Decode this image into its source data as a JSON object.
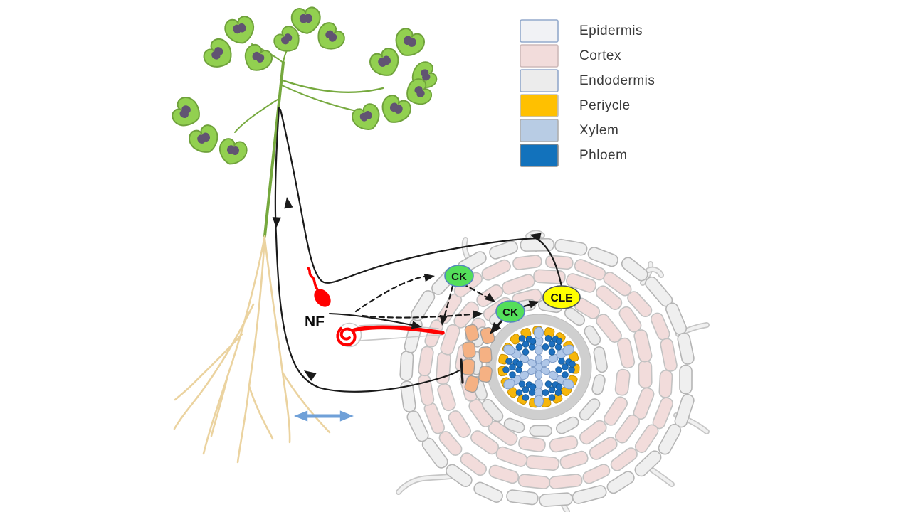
{
  "figure": {
    "type": "biology-diagram",
    "description": "Legume nodulation signaling: plant with shoot and roots, rhizobium Nod factor (NF) perception, cytokinin (CK) and CLE signaling on a root cross-section",
    "labels": {
      "nf": "NF",
      "ck_epidermis": "CK",
      "ck_cortex": "CK",
      "cle": "CLE"
    },
    "legend": {
      "items": [
        {
          "label": "Epidermis",
          "color": "#F1F2F5",
          "border": "#93A9CB"
        },
        {
          "label": "Cortex",
          "color": "#F2DCDB",
          "border": "#CDB9B9"
        },
        {
          "label": "Endodermis",
          "color": "#ECECEC",
          "border": "#93A9CB"
        },
        {
          "label": "Periycle",
          "color": "#FFC000",
          "border": "#BFBFBF"
        },
        {
          "label": "Xylem",
          "color": "#B8CCE4",
          "border": "#AFAFAF"
        },
        {
          "label": "Phloem",
          "color": "#1272BC",
          "border": "#8A8A8A"
        }
      ]
    },
    "colors": {
      "ck_bubble": "#54DE5A",
      "cle_bubble": "#FFFF00",
      "infection_red": "#FF0000",
      "leaf_green": "#92D050",
      "leaf_spot_purple": "#615472",
      "stem_green": "#76A93E",
      "root_tan": "#EBD3A0",
      "dividing_cells_salmon": "#F5B183",
      "double_arrow_blue": "#6FA0D8",
      "arrow_black": "#1a1a1a"
    },
    "icons": [
      "rhizobium-icon",
      "root-hair-curl-icon",
      "double-headed-arrow-icon",
      "inhibition-bar-icon",
      "plant-icon",
      "root-cross-section-icon"
    ]
  }
}
